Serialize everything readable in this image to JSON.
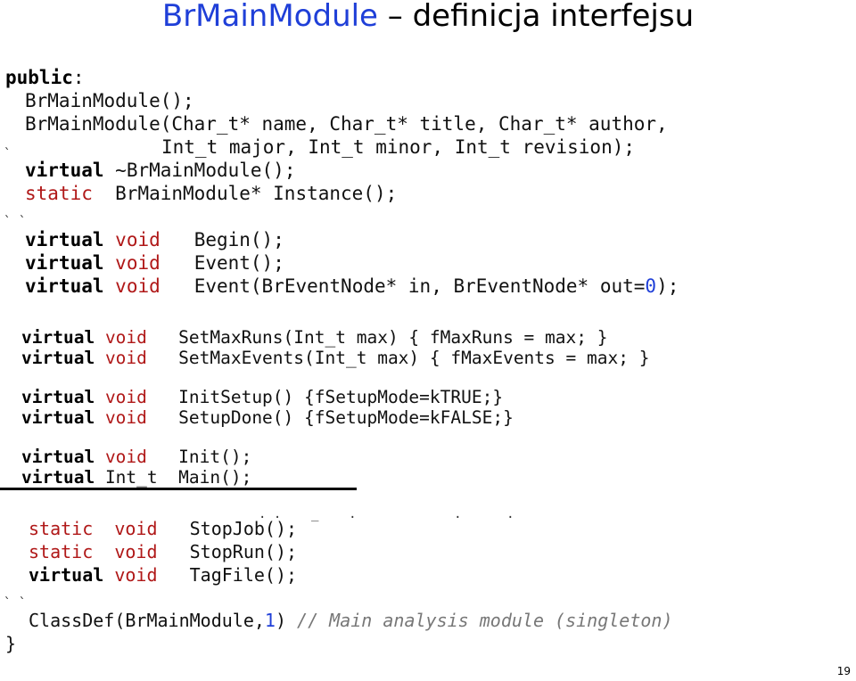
{
  "slide": {
    "title_main": "BrMainModule",
    "title_rest": " – definicja interfejsu",
    "page_number": "19"
  },
  "code": {
    "public_kw": "public",
    "public_colon": ":",
    "ctor_default": "BrMainModule();",
    "ctor_args_1": "BrMainModule(Char_t* name, Char_t* title, Char_t* author,",
    "ctor_args_2": "Int_t major, Int_t minor, Int_t revision);",
    "virtual_kw": "virtual",
    "static_kw": "static",
    "void_kw": "void",
    "int_kw": "Int_t",
    "dtor": "~BrMainModule();",
    "instance": "BrMainModule* Instance();",
    "begin": "Begin();",
    "event": "Event();",
    "event_args_a": "Event(BrEventNode* in, BrEventNode* out=",
    "event_args_zero": "0",
    "event_args_b": ");",
    "set_max_runs": "SetMaxRuns(Int_t max) { fMaxRuns = max; }",
    "set_max_events": "SetMaxEvents(Int_t max) { fMaxEvents = max; }",
    "init_setup": "InitSetup() {fSetupMode=kTRUE;}",
    "setup_done": "SetupDone() {fSetupMode=kFALSE;}",
    "init": "Init();",
    "main": "Main();",
    "stop_job": "StopJob();",
    "stop_run": "StopRun();",
    "tag_file": "TagFile();",
    "classdef_a": "ClassDef(BrMainModule,",
    "classdef_one": "1",
    "classdef_b": ")",
    "classdef_comment": "// Main analysis module (singleton)",
    "closing_brace": "}"
  }
}
